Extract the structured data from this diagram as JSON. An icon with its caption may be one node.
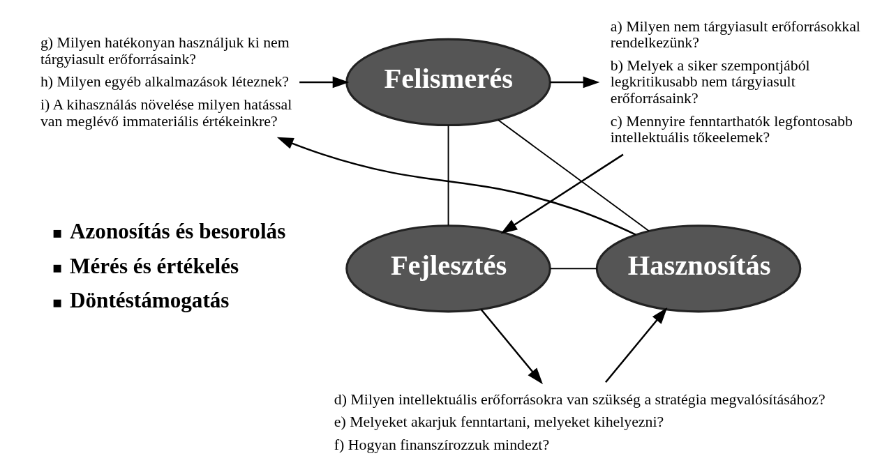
{
  "diagram": {
    "nodes": [
      {
        "text": [
          "Felismerés"
        ]
      },
      {
        "text": [
          "Fejlesztés"
        ]
      },
      {
        "text": [
          "Hasznosítás"
        ]
      },
      {
        "text": [
          "a) Milyen nem tárgyiasult erőforrásokkal rendelkezünk?",
          "b) Melyek a siker szempontjából legkritikusabb nem tárgyiasult erőforrásaink?",
          "c) Mennyire fenntarthatók legfontosabb intellektuális tőkeelemek?"
        ]
      },
      {
        "text": [
          "d) Milyen intellektuális erőforrásokra van szükség a stratégia megvalósításához?",
          "e) Melyeket akarjuk fenntartani, melyeket kihelyezni?",
          "f) Hogyan finanszírozzuk mindezt?"
        ]
      },
      {
        "text": [
          "g) Milyen hatékonyan használjuk ki nem tárgyiasult erőforrásaink?",
          "h) Milyen egyéb alkalmazások léteznek?",
          "i) A kihasználás növelése milyen hatással van meglévő immateriális értékeinkre?"
        ]
      }
    ],
    "edges": [
      {
        "from": 0,
        "to": 1,
        "arrow": "none"
      },
      {
        "from": 1,
        "to": 2,
        "arrow": "none"
      },
      {
        "from": 2,
        "to": 0,
        "arrow": "none"
      },
      {
        "from": 0,
        "to": 3,
        "arrow": "to"
      },
      {
        "from": 3,
        "to": 1,
        "arrow": "to"
      },
      {
        "from": 1,
        "to": 4,
        "arrow": "to"
      },
      {
        "from": 4,
        "to": 2,
        "arrow": "to"
      },
      {
        "from": 2,
        "to": 5,
        "arrow": "to"
      },
      {
        "from": 5,
        "to": 0,
        "arrow": "to"
      }
    ],
    "labels": [
      "Azonosítás és besorolás",
      "Mérés és értékelés",
      "Döntéstámogatás"
    ]
  }
}
